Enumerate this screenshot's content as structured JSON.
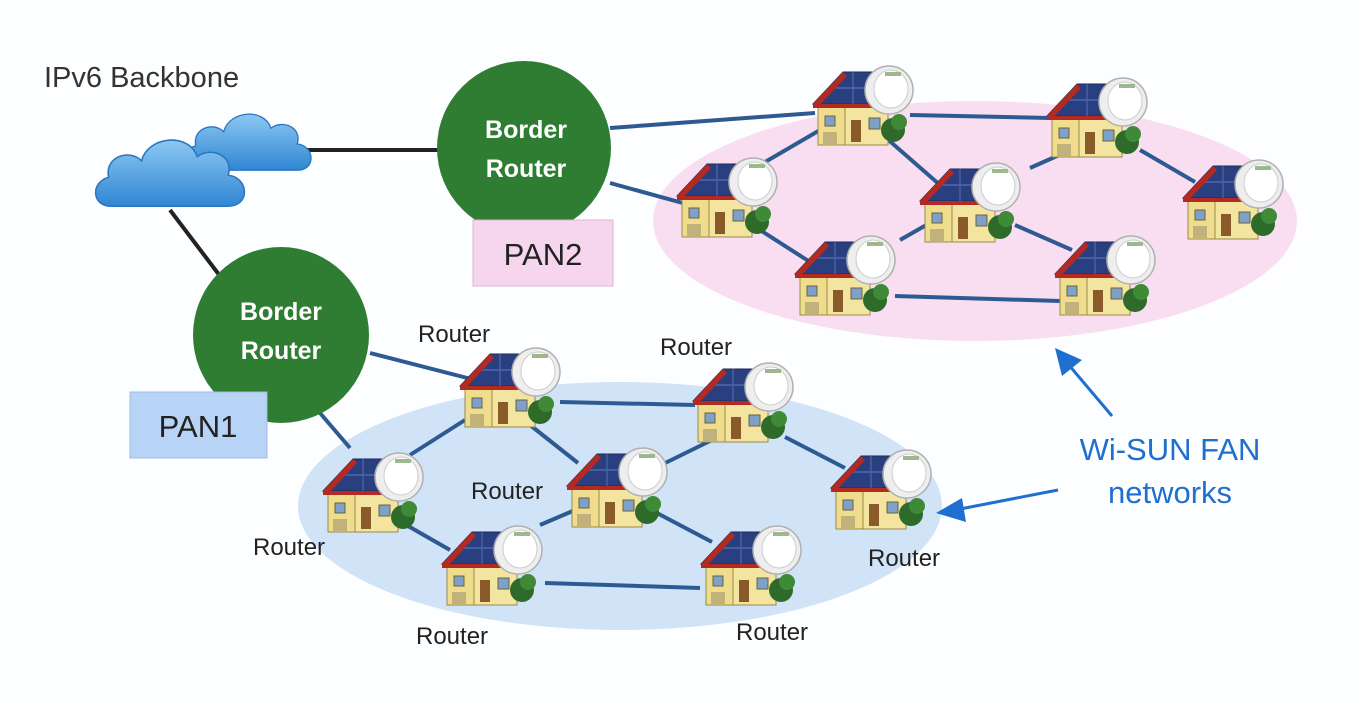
{
  "backbone": {
    "title": "IPv6 Backbone"
  },
  "border_routers": [
    {
      "line1": "Border",
      "line2": "Router",
      "pan": "PAN2"
    },
    {
      "line1": "Border",
      "line2": "Router",
      "pan": "PAN1"
    }
  ],
  "router_label": "Router",
  "networks_label": {
    "line1": "Wi-SUN FAN",
    "line2": "networks"
  },
  "colors": {
    "router_circle": "#2f7d32",
    "pan1_box": "#b7d3f5",
    "pan2_box": "#f6d6ee",
    "pan1_ellipse": "#cfe1f7",
    "pan2_ellipse": "#f8daf1",
    "link": "#2e5a92",
    "backbone_link": "#222222",
    "accent_text": "#1f6fd0",
    "cloud": "#4da3e3"
  }
}
